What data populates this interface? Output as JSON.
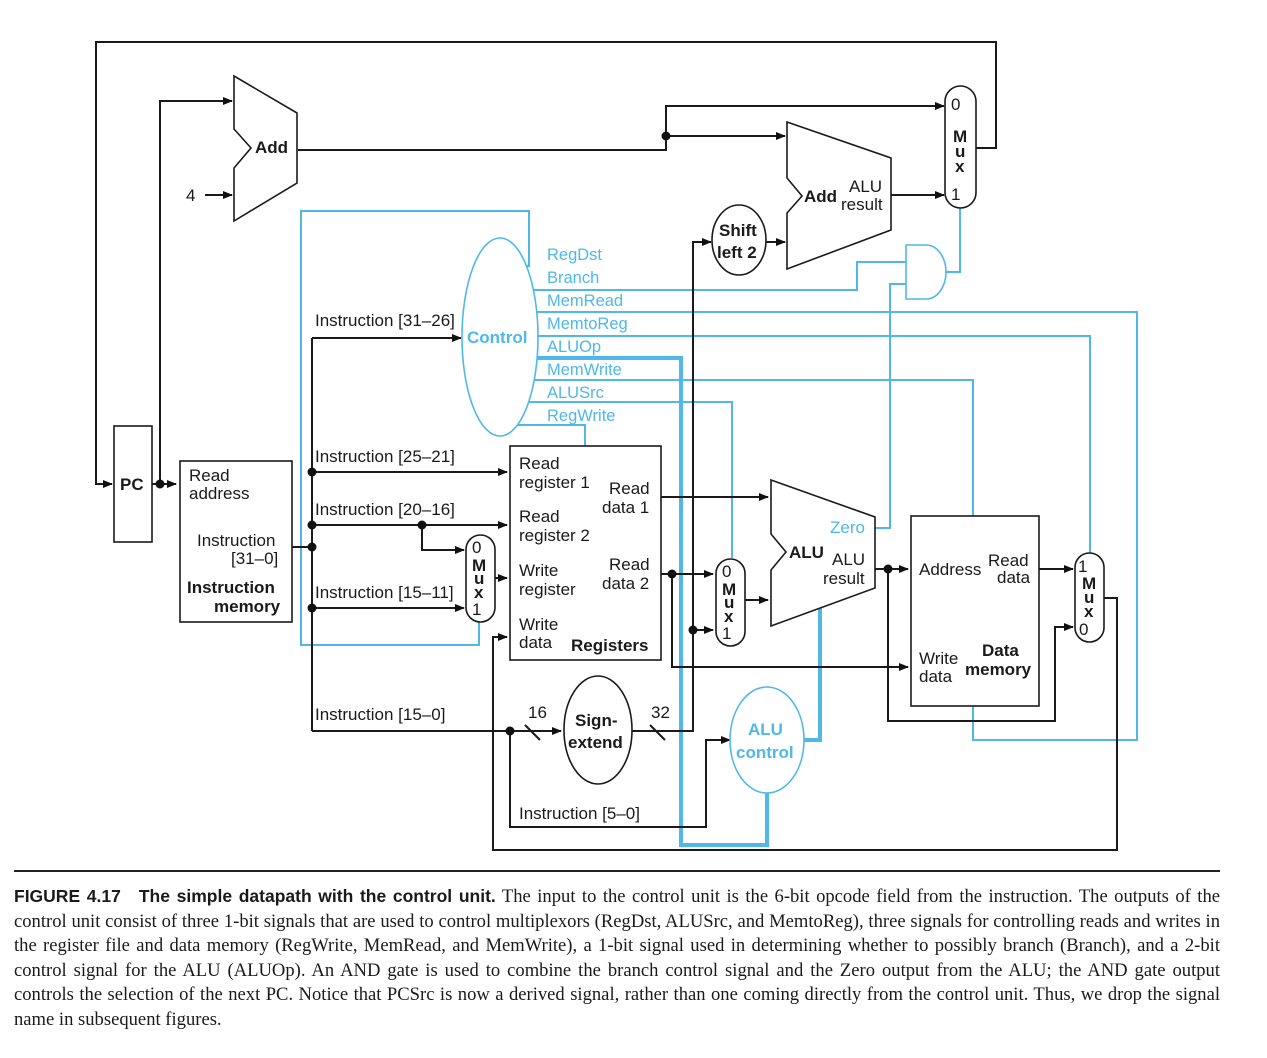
{
  "figure": {
    "number_label": "FIGURE 4.17",
    "title": "The simple datapath with the control unit.",
    "caption": "The input to the control unit is the 6-bit opcode field from the instruction. The outputs of the control unit consist of three 1-bit signals that are used to control multiplexors (RegDst, ALUSrc, and MemtoReg), three signals for controlling reads and writes in the register file and data memory (RegWrite, MemRead, and MemWrite), a 1-bit signal used in determining whether to possibly branch (Branch), and a 2-bit control signal for the ALU (ALUOp). An AND gate is used to combine the branch control signal and the Zero output from the ALU; the AND gate output controls the selection of the next PC. Notice that PCSrc is now a derived signal, rather than one coming directly from the control unit. Thus, we drop the signal name in subsequent figures."
  },
  "colors": {
    "wire": "#1a1a1a",
    "control": "#4fb8e8"
  },
  "components": {
    "pc": "PC",
    "pc_adder": "Add",
    "const_four": "4",
    "branch_adder": {
      "name": "Add",
      "out1": "ALU",
      "out2": "result"
    },
    "shift": {
      "l1": "Shift",
      "l2": "left 2"
    },
    "control": "Control",
    "imem": {
      "in1": "Read",
      "in2": "address",
      "out1": "Instruction",
      "out2": "[31–0]",
      "name1": "Instruction",
      "name2": "memory"
    },
    "regs": {
      "rr1a": "Read",
      "rr1b": "register 1",
      "rr2a": "Read",
      "rr2b": "register 2",
      "wra": "Write",
      "wrb": "register",
      "wda": "Write",
      "wdb": "data",
      "rd1a": "Read",
      "rd1b": "data 1",
      "rd2a": "Read",
      "rd2b": "data 2",
      "name": "Registers"
    },
    "alu": {
      "name": "ALU",
      "zero": "Zero",
      "res1": "ALU",
      "res2": "result"
    },
    "alu_control": {
      "l1": "ALU",
      "l2": "control"
    },
    "sign_extend": {
      "l1": "Sign-",
      "l2": "extend",
      "in_bits": "16",
      "out_bits": "32"
    },
    "dmem": {
      "addr": "Address",
      "rda": "Read",
      "rdb": "data",
      "wda": "Write",
      "wdb": "data",
      "name1": "Data",
      "name2": "memory"
    },
    "mux": {
      "m": "M",
      "u": "u",
      "x": "x",
      "zero": "0",
      "one": "1"
    }
  },
  "instruction_fields": {
    "f31_26": "Instruction [31–26]",
    "f25_21": "Instruction [25–21]",
    "f20_16": "Instruction [20–16]",
    "f15_11": "Instruction [15–11]",
    "f15_0": "Instruction [15–0]",
    "f5_0": "Instruction [5–0]"
  },
  "control_signals": [
    "RegDst",
    "Branch",
    "MemRead",
    "MemtoReg",
    "ALUOp",
    "MemWrite",
    "ALUSrc",
    "RegWrite"
  ]
}
